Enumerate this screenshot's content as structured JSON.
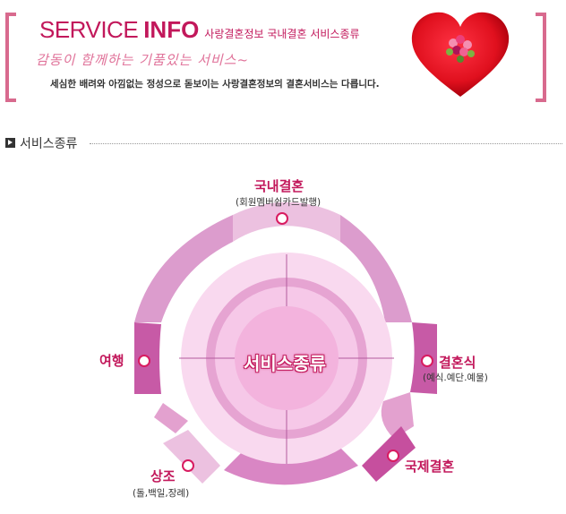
{
  "header": {
    "title_service": "SERVICE",
    "title_info": "INFO",
    "subtitle": "사랑결혼정보 국내결혼 서비스종류",
    "slogan": "감동이 함께하는 기품있는 서비스~",
    "description": "세심한 배려와 아낌없는 정성으로 돋보이는 사랑결혼정보의 결혼서비스는 다릅니다."
  },
  "section": {
    "title": "서비스종류"
  },
  "diagram": {
    "center_label": "서비스종류",
    "items": [
      {
        "label": "국내결혼",
        "sub": "(회원멤버쉽카드발행)"
      },
      {
        "label": "결혼식",
        "sub": "(예식.예단.예물)"
      },
      {
        "label": "국제결혼",
        "sub": ""
      },
      {
        "label": "상조",
        "sub": "(돌,백일,장례)"
      },
      {
        "label": "여행",
        "sub": ""
      }
    ]
  },
  "colors": {
    "accent": "#c2185b",
    "ring_light": "#f5c6e4",
    "ring_mid": "#e3a1cf",
    "ring_dark": "#c75aa6"
  }
}
